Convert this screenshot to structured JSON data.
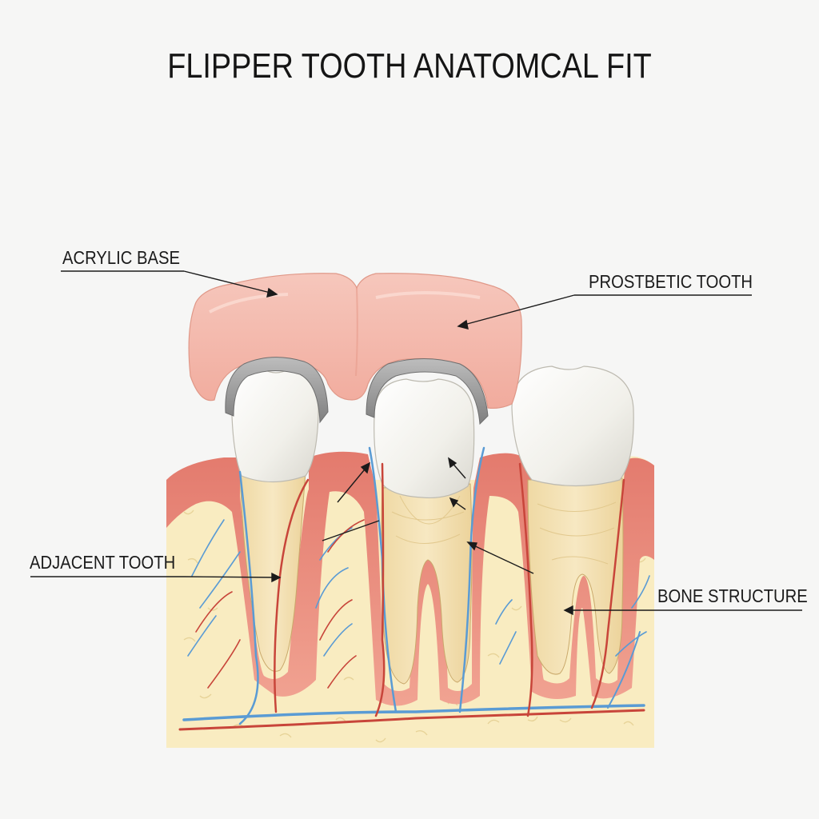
{
  "title": "FLIPPER TOOTH ANATOMCAL FIT",
  "labels": {
    "acrylic_base": "ACRYLIC BASE",
    "prosthetic_tooth": "PROSTBETIC TOOTH",
    "adjacent_tooth": "ADJACENT TOOTH",
    "bone_structure": "BONE STRUCTURE"
  },
  "colors": {
    "acrylic": "#f4b7aa",
    "gum": "#e9877a",
    "bone": "#f9ecc0",
    "enamel": "#f4f3ee",
    "root": "#f1dfb0",
    "clasp": "#9b9b9b",
    "vein": "#5a9bd4",
    "artery": "#c8453a"
  }
}
